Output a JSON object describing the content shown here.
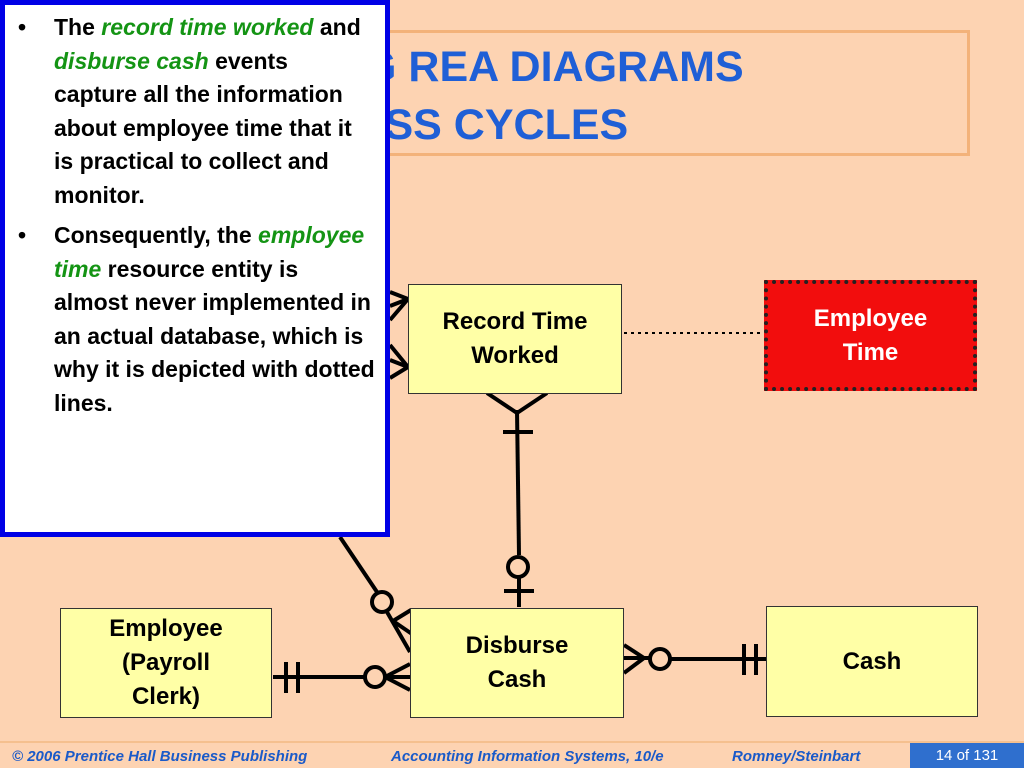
{
  "slide": {
    "title_line1": "ING REA DIAGRAMS",
    "title_line2": "ROSS CYCLES"
  },
  "entities": {
    "record_time_worked": "Record Time\nWorked",
    "employee_time": "Employee\nTime",
    "employee_payroll_clerk": "Employee\n(Payroll\nClerk)",
    "disburse_cash": "Disburse\nCash",
    "cash": "Cash"
  },
  "callout": {
    "bullet_char": "•",
    "bullet1": {
      "the": "The ",
      "em1": "record time worked",
      "and": " and ",
      "em2": "disburse cash",
      "rest": " events capture all the information about employee time that it is practical to collect and monitor."
    },
    "bullet2": {
      "pre": "Consequently, the ",
      "em": "employee time",
      "rest": " resource entity is almost never implemented in an actual database, which is why it is depicted with dotted lines."
    }
  },
  "footer": {
    "copyright": "© 2006 Prentice Hall Business Publishing",
    "book": "Accounting Information Systems, 10/e",
    "authors": "Romney/Steinbart",
    "page": "14 of 131"
  },
  "colors": {
    "background": "#fdd3b2",
    "title": "#1f5fd6",
    "entity_fill": "#ffffa6",
    "highlight_entity": "#f20d0d",
    "callout_border": "#0000e6",
    "emphasis_text": "#149414",
    "footer_text": "#1a5ac9",
    "page_badge": "#2f6fce"
  }
}
